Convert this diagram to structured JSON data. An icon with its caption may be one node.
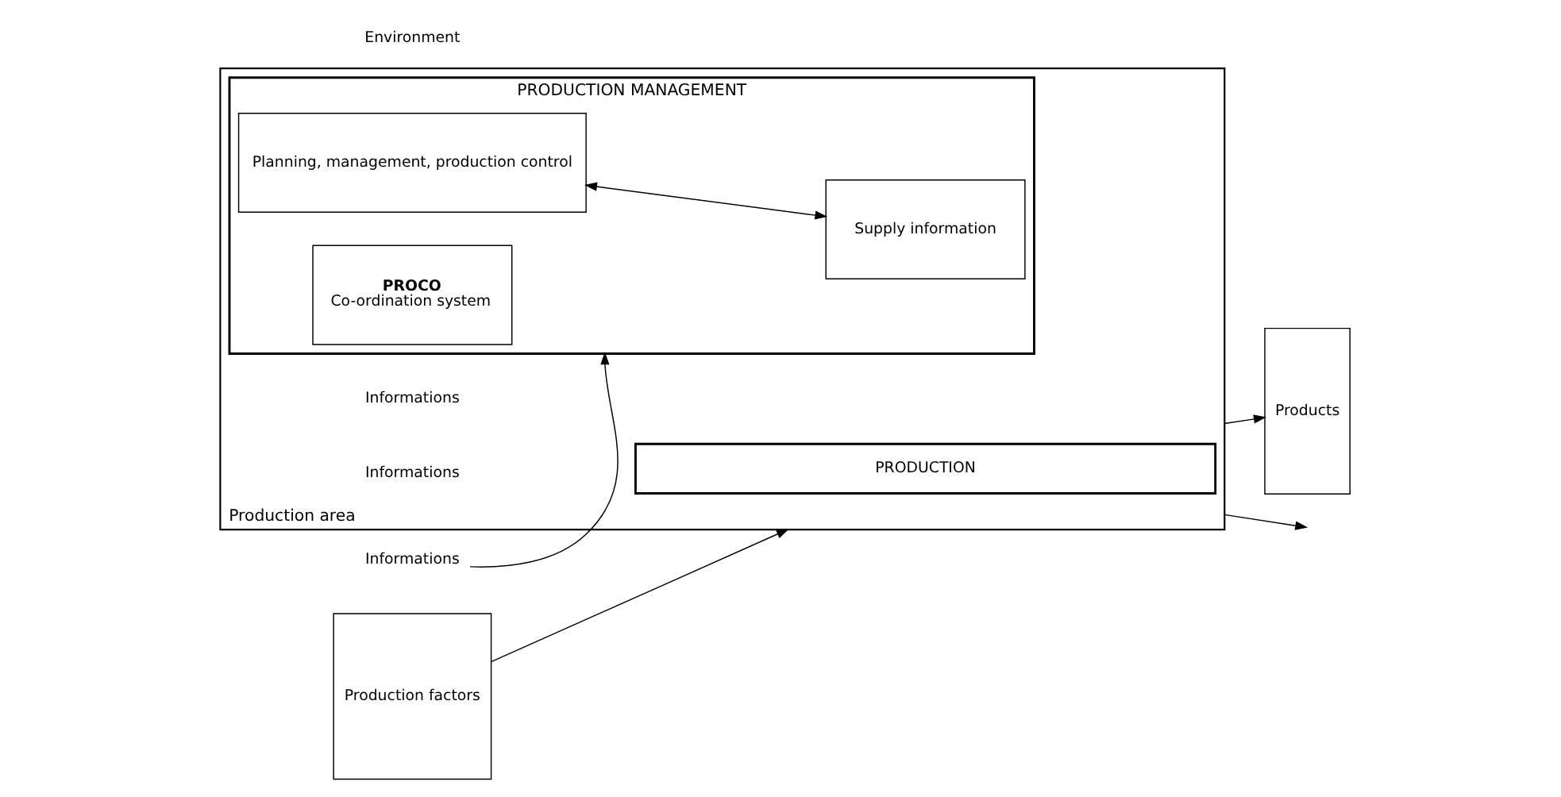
{
  "diagram": {
    "nodes": [
      {
        "text": [
          "Production area"
        ]
      },
      {
        "text": [
          "PRODUCTION MANAGEMENT"
        ],
        "in": 0
      },
      {
        "text": [
          "Planning, management, production control"
        ],
        "in": 1
      },
      {
        "text": [
          "PROCO",
          "Co-ordination system"
        ],
        "in": 1
      },
      {
        "text": [
          "Supply information"
        ],
        "in": 1
      },
      {
        "text": [
          "PRODUCTION"
        ],
        "in": 0
      },
      {
        "text": [
          "Production factors"
        ]
      },
      {
        "text": [
          "Products"
        ]
      },
      {
        "text": [
          "Informations"
        ]
      }
    ],
    "edges": [
      {
        "from": 2,
        "to": 4,
        "arrow": "both"
      },
      {
        "from": 6,
        "to": 0,
        "arrow": "to"
      },
      {
        "from": 0,
        "to": 7,
        "arrow": "to"
      },
      {
        "from": 8,
        "to": 1,
        "arrow": "to"
      },
      {
        "from": 0,
        "to": null,
        "arrow": "to"
      }
    ],
    "labels": [
      "Environment",
      "Informations",
      "Informations"
    ]
  }
}
